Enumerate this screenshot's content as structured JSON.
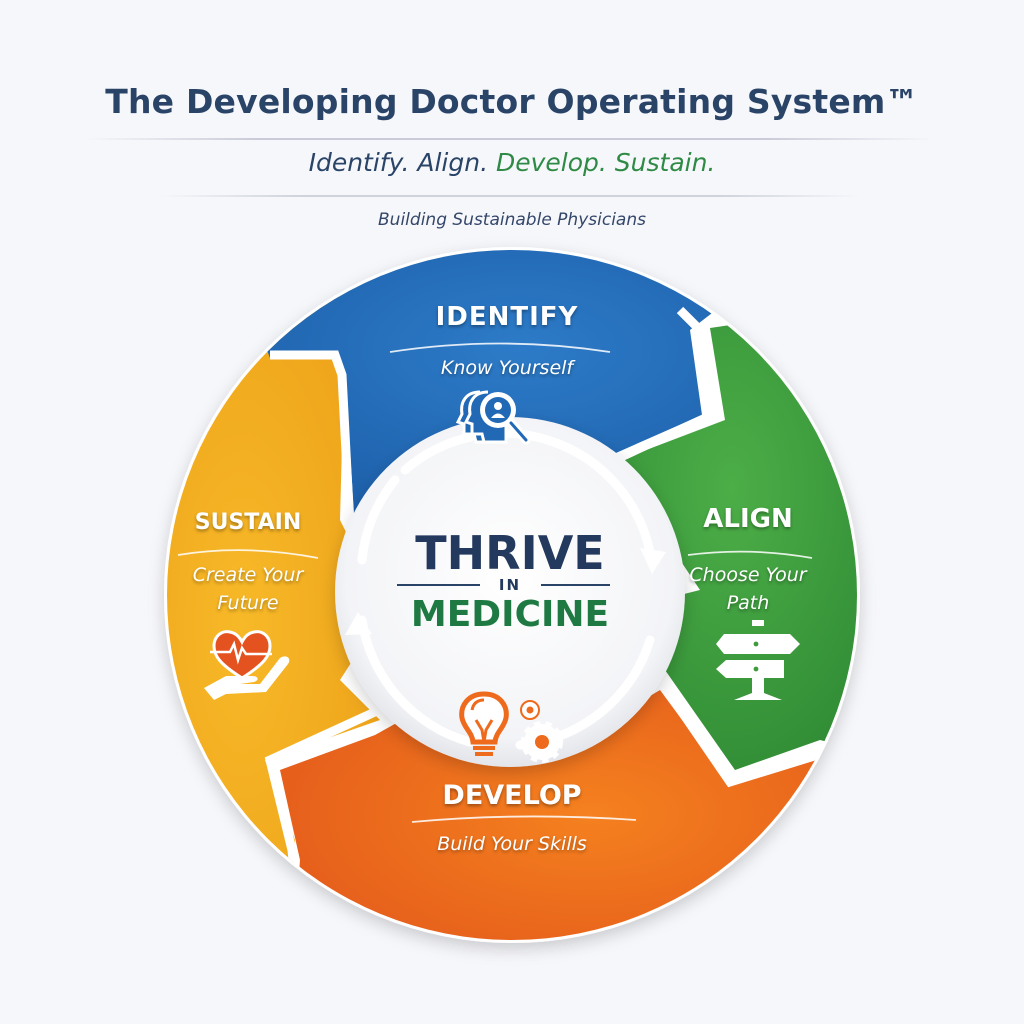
{
  "header": {
    "title": "The Developing Doctor Operating System™",
    "tagline_part1": "Identify. Align.",
    "tagline_part2": "Develop. Sustain.",
    "subtitle": "Building Sustainable Physicians"
  },
  "center": {
    "line1": "THRIVE",
    "line2": "IN",
    "line3": "MEDICINE"
  },
  "segments": [
    {
      "key": "identify",
      "title": "IDENTIFY",
      "subtitle": "Know Yourself",
      "icon": "head-magnifier-icon",
      "color": "#2168b5"
    },
    {
      "key": "align",
      "title": "ALIGN",
      "subtitle_line1": "Choose Your",
      "subtitle_line2": "Path",
      "icon": "signpost-icon",
      "color": "#3f9b3c"
    },
    {
      "key": "develop",
      "title": "DEVELOP",
      "subtitle": "Build Your Skills",
      "icon": "lightbulb-gears-icon",
      "color": "#ee6a1c"
    },
    {
      "key": "sustain",
      "title": "SUSTAIN",
      "subtitle_line1": "Create Your",
      "subtitle_line2": "Future",
      "icon": "heart-in-hand-icon",
      "color": "#f2a91b"
    }
  ],
  "colors": {
    "background": "#f6f7fb",
    "navy": "#24395e",
    "green_text": "#1e7a42",
    "blue": "#2168b5",
    "green": "#3f9b3c",
    "orange": "#ee6a1c",
    "yellow": "#f2a91b"
  }
}
